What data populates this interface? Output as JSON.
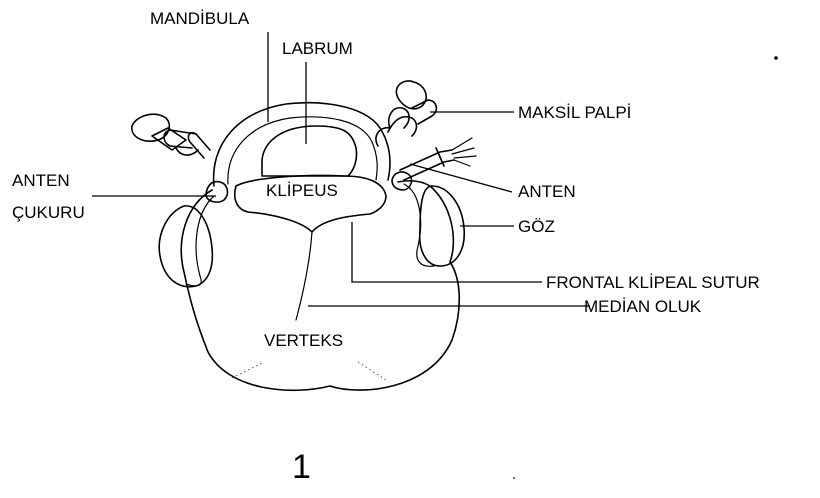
{
  "figure": {
    "number": "1",
    "labels": {
      "mandibula": "MANDİBULA",
      "labrum": "LABRUM",
      "maksil_palpi": "MAKSİL PALPİ",
      "anten_cukuru_line1": "ANTEN",
      "anten_cukuru_line2": "ÇUKURU",
      "klipeus": "KLİPEUS",
      "anten": "ANTEN",
      "goz": "GÖZ",
      "frontal_klipeal_sutur": "FRONTAL KLİPEAL SUTUR",
      "median_oluk": "MEDİAN OLUK",
      "verteks": "VERTEKS"
    }
  },
  "colors": {
    "ink": "#000000",
    "background": "#ffffff"
  }
}
